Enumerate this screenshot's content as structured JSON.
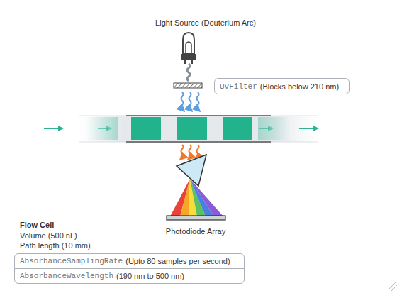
{
  "diagram": {
    "nodes": [
      {
        "text": [
          "UVFilter",
          "(Blocks below 210 nm)"
        ]
      },
      {
        "text": [
          "AbsorbanceSamplingRate",
          "(Upto 80 samples per second)"
        ]
      },
      {
        "text": [
          "AbsorbanceWavelength",
          "(190 nm to 500 nm)"
        ]
      }
    ],
    "labels": [
      "Light Source (Deuterium Arc)",
      "Flow Cell",
      "Volume (500 nL)",
      "Path length (10 mm)",
      "Photodiode Array"
    ]
  }
}
